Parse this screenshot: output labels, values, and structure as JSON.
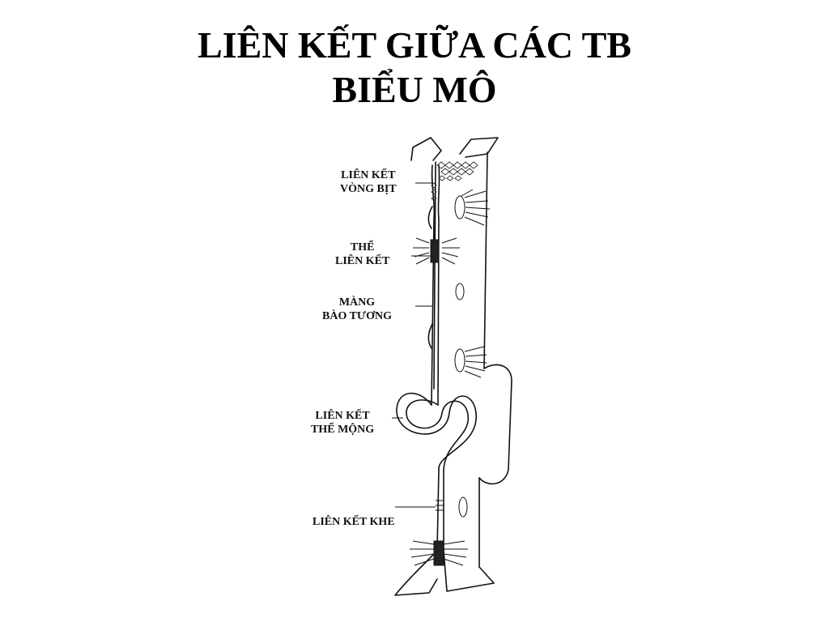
{
  "title": {
    "line1": "LIÊN KẾT GIỮA CÁC TB",
    "line2": "BIỂU MÔ"
  },
  "labels": {
    "tight_junction": [
      "LIÊN KẾT",
      "VÒNG BỊT"
    ],
    "desmosome": [
      "THỂ",
      "LIÊN KẾT"
    ],
    "membrane": [
      "MÀNG",
      "BÀO TƯƠNG"
    ],
    "interdigitation": [
      "LIÊN KẾT",
      "THỂ MỘNG"
    ],
    "gap_junction": [
      "LIÊN KẾT KHE"
    ]
  }
}
